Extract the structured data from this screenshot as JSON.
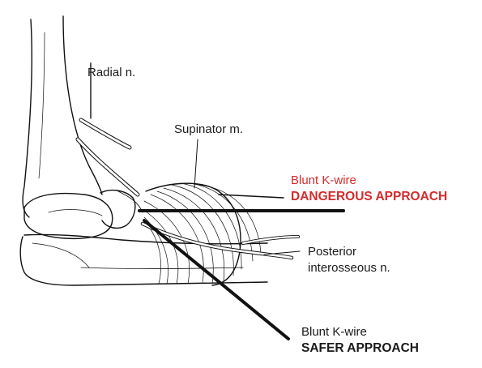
{
  "labels": {
    "radial_nerve": "Radial n.",
    "supinator": "Supinator m.",
    "dangerous_line1": "Blunt K-wire",
    "dangerous_line2": "DANGEROUS APPROACH",
    "posterior_line1": "Posterior",
    "posterior_line2": "interosseous n.",
    "safer_line1": "Blunt K-wire",
    "safer_line2": "SAFER APPROACH"
  },
  "colors": {
    "danger": "#d62b2b",
    "text": "#1a1a1a",
    "line": "#111111"
  }
}
